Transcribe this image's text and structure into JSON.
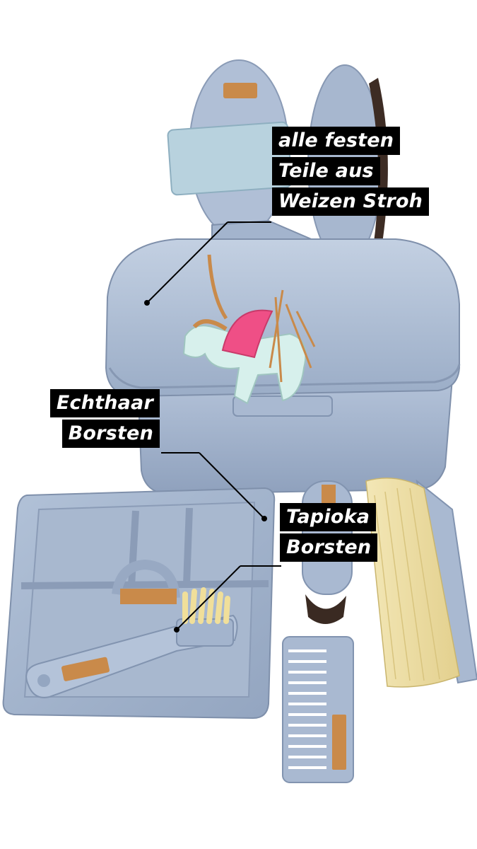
{
  "colors": {
    "plastic": "#9fb0c9",
    "plastic_dark": "#7f90ab",
    "plastic_light": "#c2cfe0",
    "bristle_natural": "#efe1a8",
    "bristle_dark": "#3a2a22",
    "leather_tag": "#c98a4a",
    "unicorn_body": "#d7f0ec",
    "unicorn_wing": "#ef4f86",
    "label_bg": "#000000",
    "label_text": "#ffffff"
  },
  "callouts": {
    "straw": {
      "lines": [
        "alle festen",
        "Teile aus",
        "Weizen Stroh"
      ]
    },
    "echthaar": {
      "lines": [
        "Echthaar",
        "Borsten"
      ]
    },
    "tapioka": {
      "lines": [
        "Tapioka",
        "Borsten"
      ]
    }
  },
  "icons": {
    "unicorn": "unicorn-keychain-icon",
    "brand": "horse-brand-logo-icon"
  }
}
